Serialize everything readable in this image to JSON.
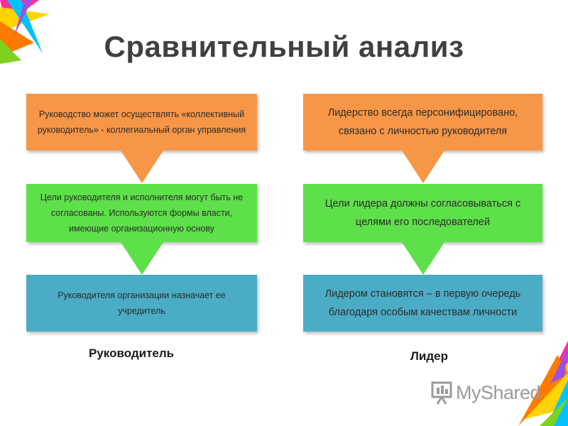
{
  "title": "Сравнительный анализ",
  "left": {
    "boxes": [
      "Руководство может осуществлять «коллективный руководитель» - коллегиальный орган управления",
      "Цели руководителя и исполнителя могут быть не согласованы. Используются формы власти, имеющие организационную основу",
      "Руководителя организации назначает ее учредитель"
    ],
    "caption": "Руководитель"
  },
  "right": {
    "boxes": [
      "Лидерство всегда персонифицировано, связано с личностью руководителя",
      "Цели лидера должны согласовываться с целями его последователей",
      "Лидером становятся – в первую очередь благодаря особым качествам личности"
    ],
    "caption": "Лидер"
  },
  "watermark": {
    "text": "MyShared"
  },
  "colors": {
    "orange": "#f79646",
    "green": "#5ee04a",
    "blue": "#4bacc6",
    "title": "#404040"
  }
}
